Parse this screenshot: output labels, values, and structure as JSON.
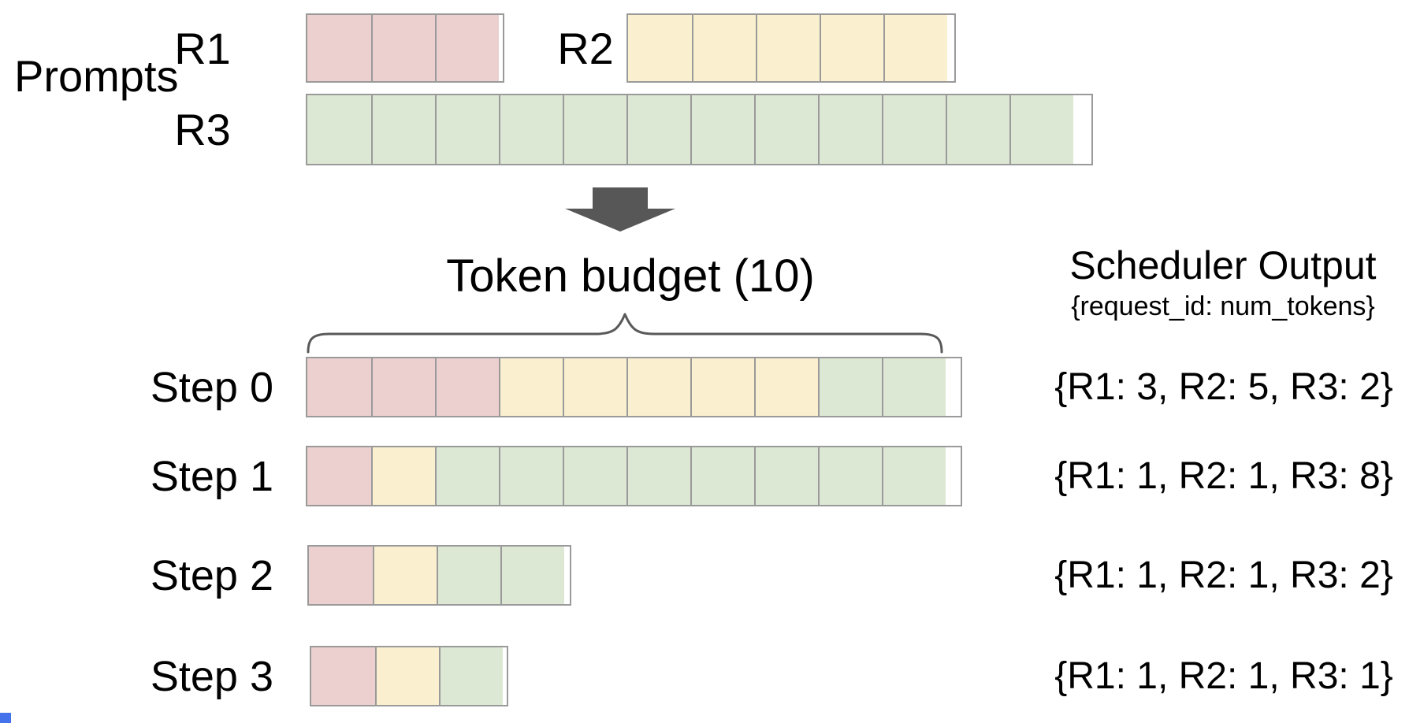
{
  "prompts_section": {
    "label": "Prompts",
    "rows": [
      {
        "request": "R1",
        "tokens": 3
      },
      {
        "request": "R2",
        "tokens": 5
      },
      {
        "request": "R3",
        "tokens": 12
      }
    ]
  },
  "token_budget_label": "Token budget (10)",
  "token_budget_value": 10,
  "scheduler_output": {
    "title": "Scheduler Output",
    "subtitle": "{request_id: num_tokens}"
  },
  "steps": [
    {
      "label": "Step 0",
      "cells": [
        {
          "request": "R1",
          "count": 3
        },
        {
          "request": "R2",
          "count": 5
        },
        {
          "request": "R3",
          "count": 2
        }
      ],
      "output": "{R1: 3, R2: 5, R3: 2}"
    },
    {
      "label": "Step 1",
      "cells": [
        {
          "request": "R1",
          "count": 1
        },
        {
          "request": "R2",
          "count": 1
        },
        {
          "request": "R3",
          "count": 8
        }
      ],
      "output": "{R1: 1, R2: 1, R3: 8}"
    },
    {
      "label": "Step 2",
      "cells": [
        {
          "request": "R1",
          "count": 1
        },
        {
          "request": "R2",
          "count": 1
        },
        {
          "request": "R3",
          "count": 2
        }
      ],
      "output": "{R1: 1, R2: 1, R3: 2}"
    },
    {
      "label": "Step 3",
      "cells": [
        {
          "request": "R1",
          "count": 1
        },
        {
          "request": "R2",
          "count": 1
        },
        {
          "request": "R3",
          "count": 1
        }
      ],
      "output": "{R1: 1, R2: 1, R3: 1}"
    }
  ],
  "colors": {
    "R1": "#eccfcf",
    "R2": "#faf0cf",
    "R3": "#dce8d4",
    "cell_border": "#9a9a9a",
    "arrow": "#575757",
    "brace": "#595959",
    "text": "#000000",
    "corner_artifact": "#4472ea"
  },
  "icons": {
    "flow_arrow": "down-arrow"
  }
}
